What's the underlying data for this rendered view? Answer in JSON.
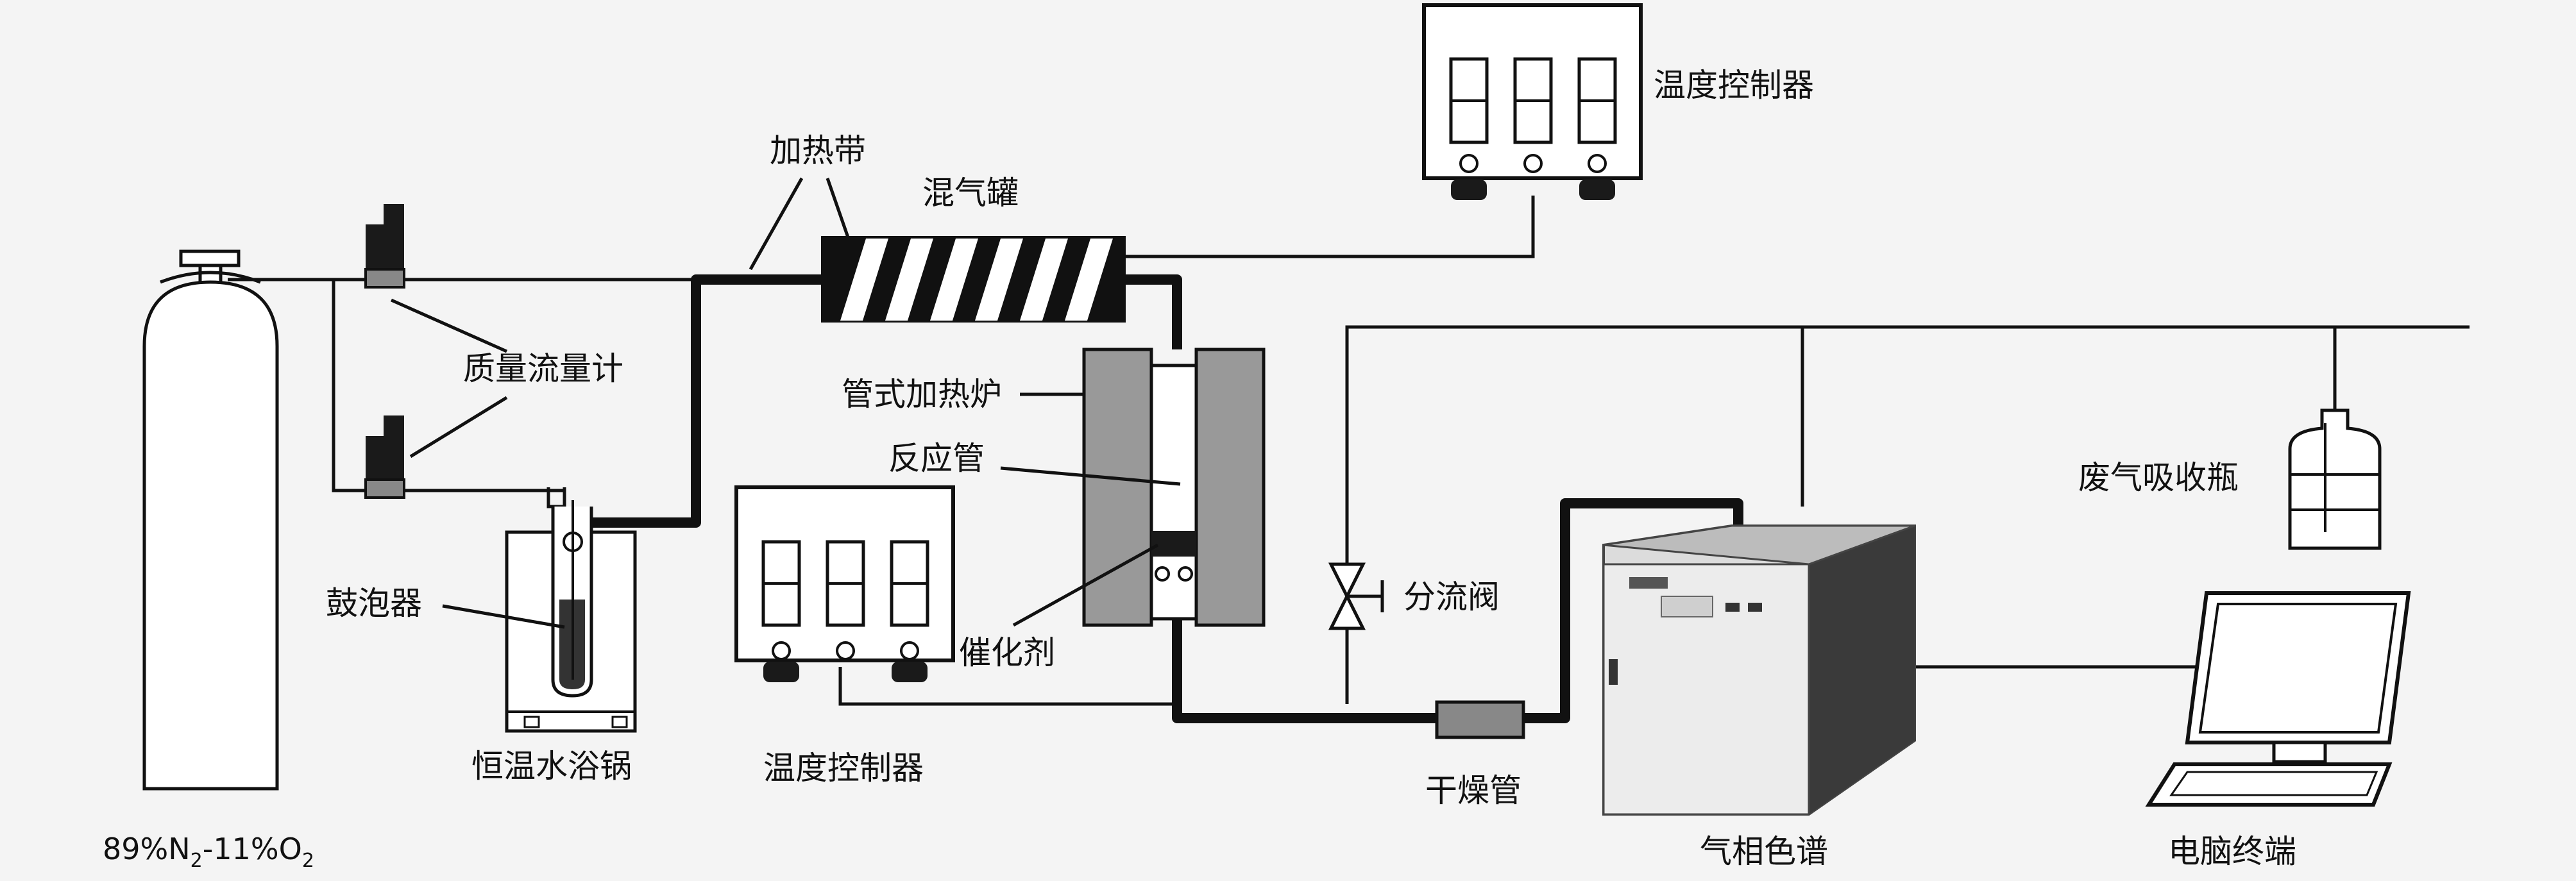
{
  "labels": {
    "gas_cylinder": "89%N",
    "gas_cylinder_sub1": "2",
    "gas_cylinder_mid": "-11%O",
    "gas_cylinder_sub2": "2",
    "mass_flow_meter": "质量流量计",
    "heating_tape": "加热带",
    "mixing_tank": "混气罐",
    "temp_controller_top": "温度控制器",
    "temp_controller_bottom": "温度控制器",
    "tube_furnace": "管式加热炉",
    "reaction_tube": "反应管",
    "catalyst": "催化剂",
    "bubbler": "鼓泡器",
    "water_bath": "恒温水浴锅",
    "split_valve": "分流阀",
    "drying_tube": "干燥管",
    "gas_chromatograph": "气相色谱",
    "waste_gas_bottle": "废气吸收瓶",
    "computer_terminal": "电脑终端"
  },
  "colors": {
    "line": "#111111",
    "furnace": "#999999",
    "dark": "#1a1a1a",
    "gc_body": "#e8e8e8",
    "gc_side": "#3a3a3a"
  }
}
